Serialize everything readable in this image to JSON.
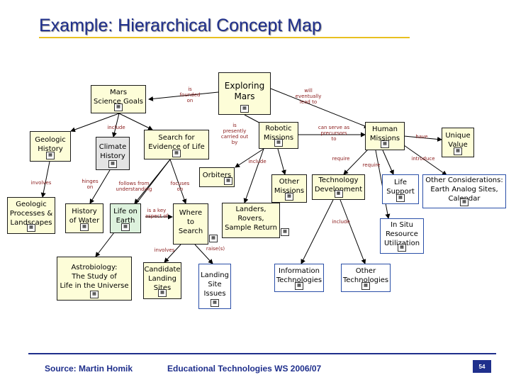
{
  "slide": {
    "title": "Example: Hierarchical Concept Map",
    "footer_source": "Source: Martin Homik",
    "footer_course": "Educational Technologies WS 2006/07",
    "page_number": "54",
    "colors": {
      "title": "#1f2f8c",
      "rule": "#e8c020",
      "link_label": "#8a1a1a",
      "concept_border": "#1a1a1a",
      "highlight_border": "#2a4fa8"
    }
  },
  "concepts": {
    "exploring_mars": "Exploring\nMars",
    "mars_science_goals": "Mars\nScience Goals",
    "robotic_missions": "Robotic\nMissions",
    "human_missions": "Human\nMissions",
    "unique_value": "Unique\nValue",
    "geologic_history": "Geologic\nHistory",
    "climate_history": "Climate\nHistory",
    "search_evidence_life": "Search for\nEvidence of Life",
    "orbiters": "Orbiters",
    "other_missions": "Other\nMissions",
    "technology_development": "Technology\nDevelopment",
    "life_support": "Life\nSupport",
    "other_considerations": "Other Considerations:\nEarth Analog Sites,\nCalendar",
    "geologic_processes": "Geologic\nProcesses &\nLandscapes",
    "history_of_water": "History\nof Water",
    "life_on_earth": "Life on\nEarth",
    "where_to_search": "Where\nto\nSearch",
    "landers_rovers": "Landers,\nRovers,\nSample Return",
    "in_situ": "In Situ\nResource\nUtilization",
    "astrobiology": "Astrobiology:\nThe Study of\nLife in the Universe",
    "candidate_sites": "Candidate\nLanding\nSites",
    "landing_site_issues": "Landing\nSite\nIssues",
    "information_technologies": "Information\nTechnologies",
    "other_technologies": "Other\nTechnologies"
  },
  "link_labels": {
    "is_founded_on": "is\nfounded\non",
    "will_eventually_lead_to": "will\neventually\nlead to",
    "include_top": "include",
    "is_presently_carried_out_by": "is\npresently\ncarried out\nby",
    "can_serve_as_precursors_to": "can serve as\nprecursors\nto",
    "have": "have",
    "introduce": "introduce",
    "require_1": "require",
    "require_2": "require",
    "include_mid": "include",
    "involves_1": "involves",
    "hinges_on": "hinges\non",
    "follows_from_understanding": "follows from\nunderstanding",
    "focuses_on": "focuses\non",
    "is_a_key_aspect_of": "is a key\naspect of",
    "include_tech": "include",
    "involves_2": "involves",
    "raises": "raise(s)"
  }
}
